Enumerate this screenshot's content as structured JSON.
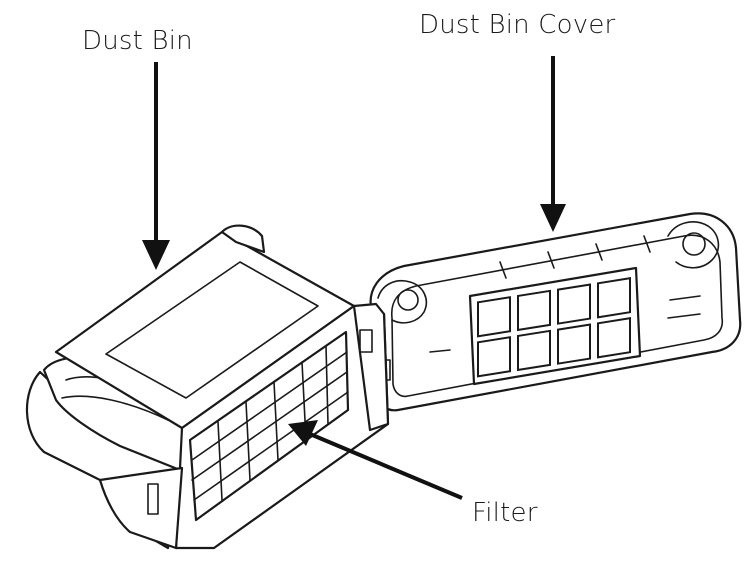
{
  "labels": {
    "dust_bin": "Dust Bin",
    "dust_bin_cover": "Dust Bin Cover",
    "filter": "Filter"
  },
  "colors": {
    "line": "#1a1a1a",
    "background": "#ffffff"
  }
}
